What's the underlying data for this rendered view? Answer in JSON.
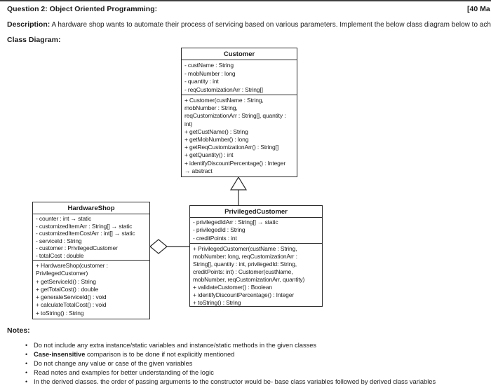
{
  "colors": {
    "text": "#1c1c1c",
    "border": "#2b2b2b",
    "background": "#ffffff"
  },
  "header": {
    "question_title": "Question 2: Object Oriented Programming:",
    "marks": "[40 Ma",
    "description_label": "Description:",
    "description_text": " A hardware shop wants to automate their process of servicing based on various parameters. Implement the below class diagram below to achieve the same",
    "class_diagram_label": "Class Diagram:"
  },
  "diagram": {
    "classes": [
      {
        "name": "Customer",
        "attributes": [
          "- custName : String",
          "- mobNumber : long",
          "- quantity : int",
          "- reqCustomizationArr : String[]"
        ],
        "methods": [
          "+ Customer(custName : String,",
          "mobNumber : String,",
          "reqCustomizationArr : String[], quantity :",
          "int)",
          "+ getCustName() : String",
          "+ getMobNumber() : long",
          "+ getReqCustomizationArr() : String[]",
          "+ getQuantity() : int",
          "+ identifyDiscountPercentage() : Integer",
          "→ abstract"
        ]
      },
      {
        "name": "HardwareShop",
        "attributes": [
          "- counter : int → static",
          "- customizedItemArr : String[] → static",
          "- customizedItemCostArr : int[] → static",
          "-  serviceId : String",
          "- customer : PrivilegedCustomer",
          "- totalCost : double"
        ],
        "methods": [
          "+ HardwareShop(customer :",
          "PrivilegedCustomer)",
          "+ getServiceId() : String",
          "+ getTotalCost() : double",
          "+ generateServiceId() : void",
          "+ calculateTotalCost() : void",
          "+ toString() : String"
        ]
      },
      {
        "name": "PrivilegedCustomer",
        "attributes": [
          "- privilegedIdArr : String[] → static",
          "- privilegedId : String",
          "- creditPoints : int"
        ],
        "methods": [
          "+ PrivilegedCustomer(custName : String,",
          "mobNumber: long, reqCustomizationArr :",
          "String[], quantity : int, privilegedId: String,",
          "creditPoints: int) : Customer(custName,",
          "mobNumber, reqCustomizationArr, quantity)",
          "+ validateCustomer() : Boolean",
          "+ identifyDiscountPercentage() : Integer",
          "+ toString() : String"
        ]
      }
    ],
    "relationships": [
      {
        "type": "inheritance",
        "from": "PrivilegedCustomer",
        "to": "Customer",
        "marker": "hollow-triangle"
      },
      {
        "type": "aggregation",
        "from": "HardwareShop",
        "to": "PrivilegedCustomer",
        "marker": "hollow-diamond"
      }
    ]
  },
  "notes": {
    "label": "Notes:",
    "items": [
      {
        "bold": "",
        "text": "Do not include any extra instance/static variables and instance/static methods in the given classes"
      },
      {
        "bold": "Case-insensitive",
        "text": " comparison is to be done if not explicitly mentioned"
      },
      {
        "bold": "",
        "text": "Do not change any value or case of the given variables"
      },
      {
        "bold": "",
        "text": "Read notes and examples for better understanding of the logic"
      },
      {
        "bold": "",
        "text": "In the derived classes. the order of passing arguments to the constructor would be- base class variables followed by derived class variables"
      }
    ]
  }
}
